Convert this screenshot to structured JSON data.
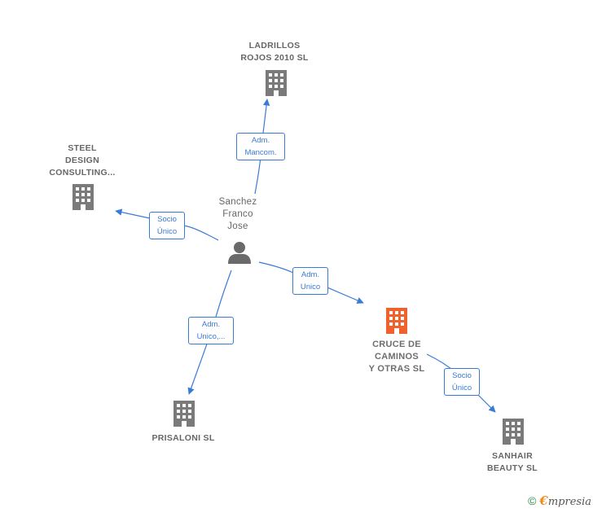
{
  "nodes": {
    "ladrillos": {
      "label": "LADRILLOS\nROJOS 2010 SL"
    },
    "steel": {
      "label": "STEEL\nDESIGN\nCONSULTING..."
    },
    "person": {
      "label": "Sanchez\nFranco\nJose"
    },
    "cruce": {
      "label": "CRUCE DE\nCAMINOS\nY OTRAS  SL"
    },
    "prisaloni": {
      "label": "PRISALONI  SL"
    },
    "sanhair": {
      "label": "SANHAIR\nBEAUTY  SL"
    }
  },
  "edges": {
    "to_ladrillos": "Adm.\nMancom.",
    "to_steel": "Socio\nÚnico",
    "to_cruce": "Adm.\nUnico",
    "to_prisaloni": "Adm.\nUnico,...",
    "cruce_to_sanhair": "Socio\nÚnico"
  },
  "footer": {
    "copyright": "©",
    "brand_first": "€",
    "brand_rest": "mpresia"
  },
  "colors": {
    "edge": "#3a7bd5",
    "company": "#7a7a7a",
    "focus_company": "#f0622d",
    "person": "#6a6a6a"
  }
}
